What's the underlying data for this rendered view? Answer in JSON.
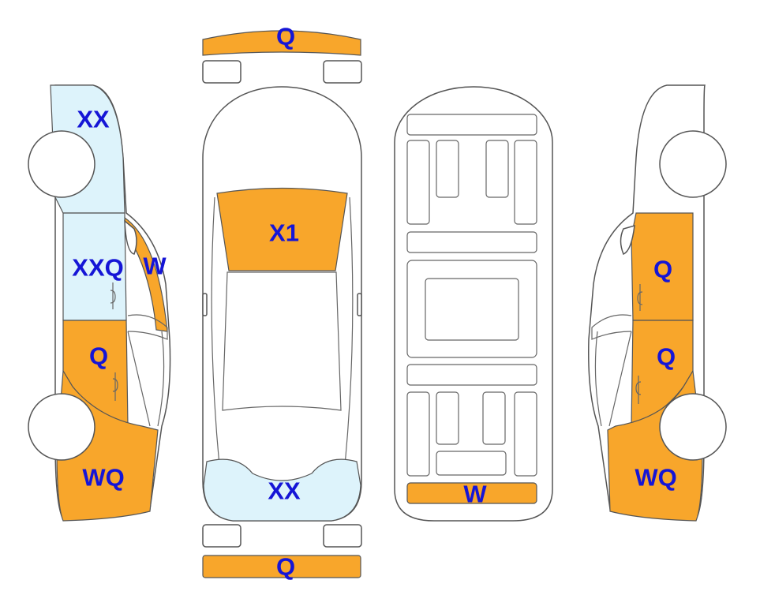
{
  "colors": {
    "damage": "#F8A62B",
    "scratch": "#DDF3FB",
    "label": "#1515D6"
  },
  "labels": {
    "front_bumper": "Q",
    "rear_bumper": "Q",
    "windshield": "X1",
    "rear_window": "XX",
    "undercarriage_rear": "W",
    "left_front": "XX",
    "left_front_door": "XXQ",
    "left_pillar": "W",
    "left_rear_door": "Q",
    "left_rear_quarter": "WQ",
    "right_front_door": "Q",
    "right_rear_door": "Q",
    "right_rear_quarter": "WQ"
  }
}
